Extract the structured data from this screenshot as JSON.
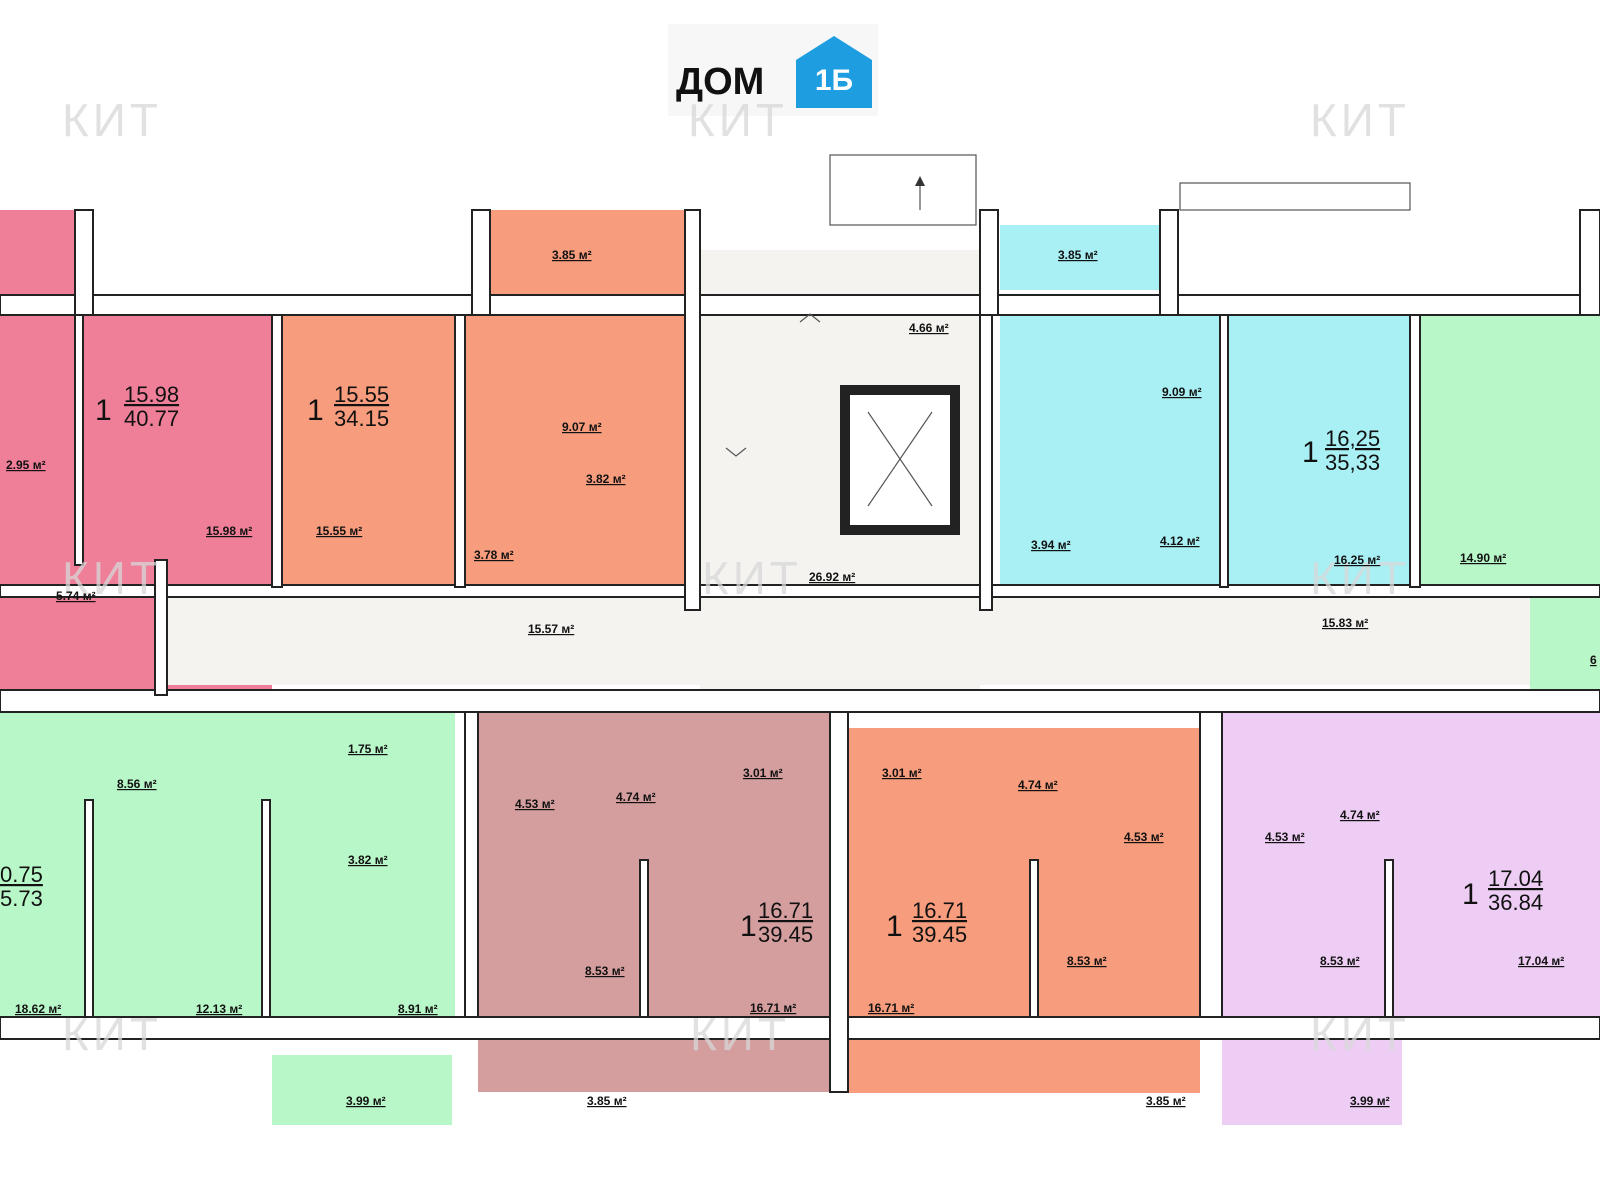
{
  "header": {
    "title": "ДОМ",
    "badge": "1Б"
  },
  "brand": {
    "watermark": "КИТ"
  },
  "colors": {
    "pink": "#ef7f98",
    "salmon": "#f79c7c",
    "cyan": "#a9f0f4",
    "green": "#b8f7c8",
    "brown": "#d49e9e",
    "lavender": "#eecdf4",
    "corridor": "#f4f3f0",
    "badge": "#1e9ee0"
  },
  "apartments": [
    {
      "rooms": "1",
      "living": "15.98",
      "total": "40.77"
    },
    {
      "rooms": "1",
      "living": "15.55",
      "total": "34.15"
    },
    {
      "rooms": "1",
      "living": "16,25",
      "total": "35,33"
    },
    {
      "rooms": "",
      "living": "0.75",
      "total": "5.73"
    },
    {
      "rooms": "1",
      "living": "16.71",
      "total": "39.45"
    },
    {
      "rooms": "1",
      "living": "16.71",
      "total": "39.45"
    },
    {
      "rooms": "1",
      "living": "17.04",
      "total": "36.84"
    }
  ],
  "areas": [
    "3.85 м²",
    "3.85 м²",
    "4.66 м²",
    "9.09 м²",
    "2.95 м²",
    "9.07 м²",
    "3.82 м²",
    "15.98 м²",
    "15.55 м²",
    "3.78 м²",
    "3.94 м²",
    "4.12 м²",
    "16.25 м²",
    "14.90 м²",
    "5.74 м²",
    "26.92 м²",
    "15.57 м²",
    "15.83 м²",
    "6",
    "1.75 м²",
    "8.56 м²",
    "3.82 м²",
    "3.01 м²",
    "3.01 м²",
    "4.53 м²",
    "4.74 м²",
    "4.74 м²",
    "4.53 м²",
    "4.53 м²",
    "4.74 м²",
    "8.53 м²",
    "8.53 м²",
    "8.53 м²",
    "17.04 м²",
    "18.62 м²",
    "12.13 м²",
    "8.91 м²",
    "16.71 м²",
    "16.71 м²",
    "3.99 м²",
    "3.85 м²",
    "3.85 м²",
    "3.99 м²"
  ]
}
